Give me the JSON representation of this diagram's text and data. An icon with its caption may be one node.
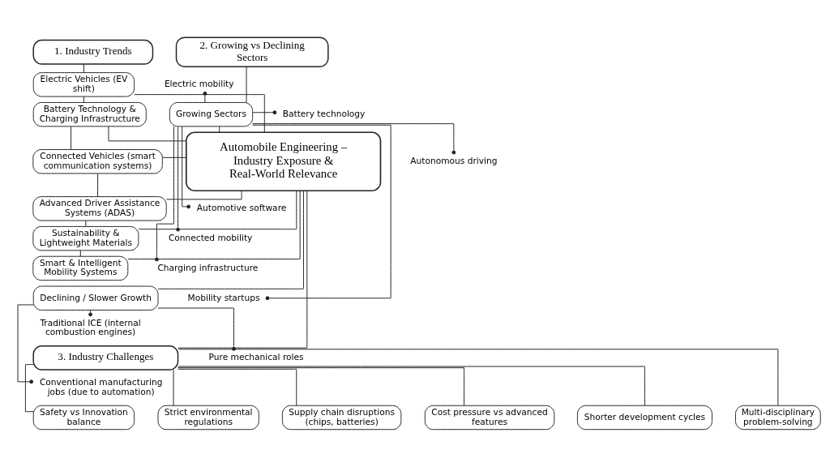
{
  "diagram": {
    "nodes": [
      {
        "text": [
          "Automobile Engineering – Industry Exposure & Real-World Relevance"
        ]
      },
      {
        "text": [
          "1. Industry Trends"
        ]
      },
      {
        "text": [
          "Electric Vehicles (EV shift)"
        ]
      },
      {
        "text": [
          "Battery Technology & Charging Infrastructure"
        ]
      },
      {
        "text": [
          "Connected Vehicles (smart communication systems)"
        ]
      },
      {
        "text": [
          "Advanced Driver Assistance Systems (ADAS)"
        ]
      },
      {
        "text": [
          "Sustainability & Lightweight Materials"
        ]
      },
      {
        "text": [
          "Smart & Intelligent Mobility Systems"
        ]
      },
      {
        "text": [
          "2. Growing vs Declining Sectors"
        ]
      },
      {
        "text": [
          "Growing Sectors"
        ]
      },
      {
        "text": [
          "Electric mobility"
        ]
      },
      {
        "text": [
          "Battery technology"
        ]
      },
      {
        "text": [
          "Autonomous driving"
        ]
      },
      {
        "text": [
          "Automotive software"
        ]
      },
      {
        "text": [
          "Connected mobility"
        ]
      },
      {
        "text": [
          "Charging infrastructure"
        ]
      },
      {
        "text": [
          "Mobility startups"
        ]
      },
      {
        "text": [
          "Declining / Slower Growth"
        ]
      },
      {
        "text": [
          "Traditional ICE (internal combustion engines)"
        ]
      },
      {
        "text": [
          "Pure mechanical roles"
        ]
      },
      {
        "text": [
          "Conventional manufacturing jobs (due to automation)"
        ]
      },
      {
        "text": [
          "3. Industry Challenges"
        ]
      },
      {
        "text": [
          "Safety vs Innovation balance"
        ]
      },
      {
        "text": [
          "Strict environmental regulations"
        ]
      },
      {
        "text": [
          "Supply chain disruptions (chips, batteries)"
        ]
      },
      {
        "text": [
          "Cost pressure vs advanced features"
        ]
      },
      {
        "text": [
          "Shorter development cycles"
        ]
      },
      {
        "text": [
          "Multi-disciplinary problem-solving"
        ]
      }
    ],
    "edges": [
      {
        "from": 1,
        "to": 2,
        "arrow": "none"
      },
      {
        "from": 2,
        "to": 3,
        "arrow": "none"
      },
      {
        "from": 3,
        "to": 4,
        "arrow": "none"
      },
      {
        "from": 4,
        "to": 5,
        "arrow": "none"
      },
      {
        "from": 5,
        "to": 6,
        "arrow": "none"
      },
      {
        "from": 6,
        "to": 7,
        "arrow": "none"
      },
      {
        "from": 0,
        "to": 2,
        "arrow": "none"
      },
      {
        "from": 0,
        "to": 3,
        "arrow": "none"
      },
      {
        "from": 0,
        "to": 4,
        "arrow": "none"
      },
      {
        "from": 0,
        "to": 5,
        "arrow": "none"
      },
      {
        "from": 0,
        "to": 6,
        "arrow": "none"
      },
      {
        "from": 0,
        "to": 7,
        "arrow": "none"
      },
      {
        "from": 8,
        "to": 9,
        "arrow": "none"
      },
      {
        "from": 0,
        "to": 9,
        "arrow": "none"
      },
      {
        "from": 0,
        "to": 17,
        "arrow": "none"
      },
      {
        "from": 9,
        "to": 10,
        "arrow": "other"
      },
      {
        "from": 9,
        "to": 11,
        "arrow": "other"
      },
      {
        "from": 9,
        "to": 12,
        "arrow": "other"
      },
      {
        "from": 9,
        "to": 13,
        "arrow": "other"
      },
      {
        "from": 9,
        "to": 14,
        "arrow": "other"
      },
      {
        "from": 9,
        "to": 15,
        "arrow": "other"
      },
      {
        "from": 9,
        "to": 16,
        "arrow": "other"
      },
      {
        "from": 17,
        "to": 18,
        "arrow": "other"
      },
      {
        "from": 17,
        "to": 19,
        "arrow": "other"
      },
      {
        "from": 17,
        "to": 20,
        "arrow": "other"
      },
      {
        "from": 0,
        "to": 21,
        "arrow": "none"
      },
      {
        "from": 21,
        "to": 22,
        "arrow": "none"
      },
      {
        "from": 21,
        "to": 23,
        "arrow": "none"
      },
      {
        "from": 21,
        "to": 24,
        "arrow": "none"
      },
      {
        "from": 21,
        "to": 25,
        "arrow": "none"
      },
      {
        "from": 21,
        "to": 26,
        "arrow": "none"
      },
      {
        "from": 21,
        "to": 27,
        "arrow": "none"
      }
    ]
  }
}
